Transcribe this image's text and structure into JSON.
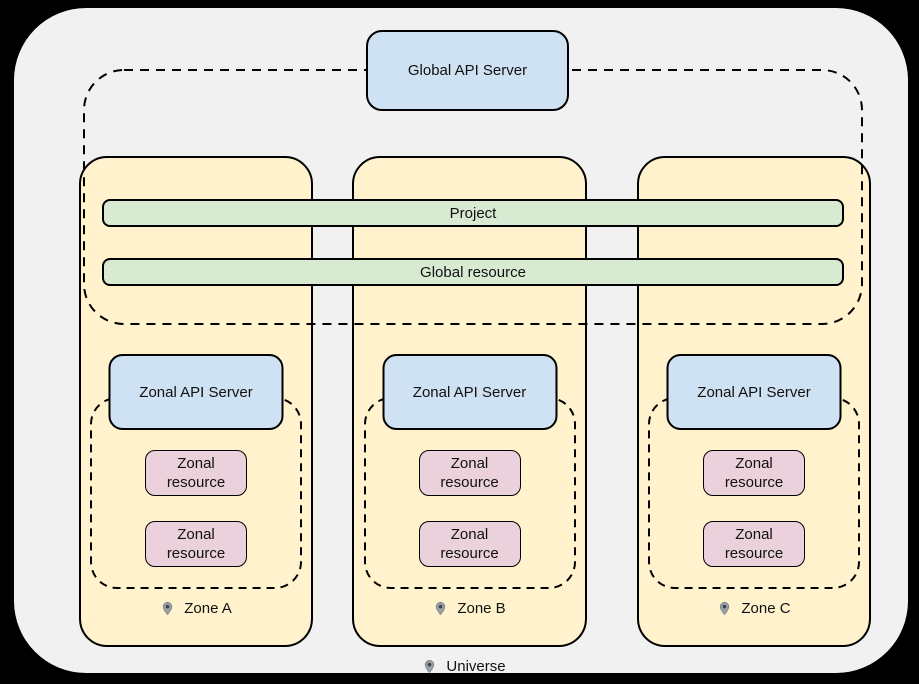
{
  "global_api_server": {
    "label": "Global API Server"
  },
  "global_bars": {
    "project": "Project",
    "global_resource": "Global resource"
  },
  "zones": [
    {
      "label": "Zone A",
      "api_server": "Zonal API Server",
      "resources": [
        "Zonal resource",
        "Zonal resource"
      ]
    },
    {
      "label": "Zone B",
      "api_server": "Zonal API Server",
      "resources": [
        "Zonal resource",
        "Zonal resource"
      ]
    },
    {
      "label": "Zone C",
      "api_server": "Zonal API Server",
      "resources": [
        "Zonal resource",
        "Zonal resource"
      ]
    }
  ],
  "universe": {
    "label": "Universe"
  },
  "colors": {
    "page_background": "#000000",
    "canvas_background": "#f1f1f1",
    "zone_fill": "#fff2cc",
    "api_server_fill": "#cfe2f3",
    "zonal_resource_fill": "#ead1dc",
    "bar_fill": "#d9ead3",
    "border": "#000000",
    "pin_fill": "#97a0a7",
    "pin_dot": "#3e4347"
  }
}
